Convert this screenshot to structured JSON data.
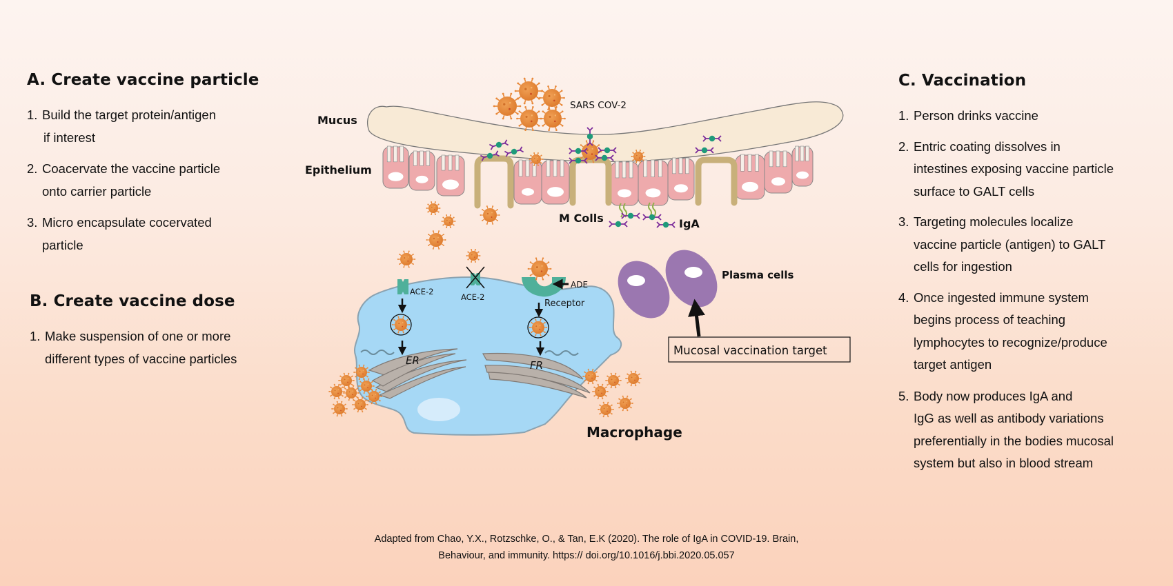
{
  "panel_a": {
    "title": "A. Create vaccine particle",
    "steps": [
      {
        "num": "1.",
        "lines": [
          "Build the target protein/antigen",
          "if interest"
        ]
      },
      {
        "num": "2.",
        "lines": [
          "Coacervate the vaccine particle",
          "onto carrier particle"
        ]
      },
      {
        "num": "3.",
        "lines": [
          "Micro encapsulate cocervated",
          "particle"
        ]
      }
    ]
  },
  "panel_b": {
    "title": "B. Create vaccine dose",
    "steps": [
      {
        "num": "1.",
        "lines": [
          "Make suspension of one or more",
          "different types of vaccine particles"
        ]
      }
    ]
  },
  "panel_c": {
    "title": "C. Vaccination",
    "steps": [
      {
        "num": "1.",
        "lines": [
          "Person drinks vaccine"
        ]
      },
      {
        "num": "2.",
        "lines": [
          "Entric coating dissolves in",
          "intestines exposing vaccine particle",
          "surface to GALT cells"
        ]
      },
      {
        "num": "3.",
        "lines": [
          "Targeting molecules localize",
          "vaccine particle (antigen) to GALT",
          "cells for ingestion"
        ]
      },
      {
        "num": "4.",
        "lines": [
          "Once ingested immune system",
          "begins process of teaching",
          "lymphocytes to recognize/produce",
          "target antigen"
        ]
      },
      {
        "num": "5.",
        "lines": [
          "Body now produces IgA and",
          "IgG as well as antibody variations",
          "preferentially in the bodies mucosal",
          "system but also in blood stream"
        ]
      }
    ]
  },
  "diagram": {
    "labels": {
      "virus": "SARS COV-2",
      "mucus": "Mucus",
      "epithelium": "Epithelium",
      "m_cells": "M Colls",
      "iga": "IgA",
      "plasma_cells": "Plasma cells",
      "ace2_left": "ACE-2",
      "ace2_blocked": "ACE-2",
      "ade": "ADE",
      "receptor": "Receptor",
      "er_left": "ER",
      "er_right": "FR",
      "macrophage": "Macrophage",
      "target_box": "Mucosal vaccination target"
    },
    "colors": {
      "virus": "#e8893a",
      "virus_dark": "#c8641e",
      "mucus": "#f8ead6",
      "epithelium": "#eeaaac",
      "m_cell": "#c8b07a",
      "antibody_body": "#1f9a7a",
      "antibody_arm": "#7a2a9a",
      "macrophage": "#a6d8f5",
      "er": "#b9b1aa",
      "receptor": "#4fb09a",
      "plasma_cell": "#9b77b0",
      "cilia_green": "#8fb04a"
    }
  },
  "citation": {
    "line1": "Adapted from Chao, Y.X., Rotzschke, O., & Tan, E.K (2020). The role of IgA in COVID-19. Brain,",
    "line2": "Behaviour, and immunity. https:// doi.org/10.1016/j.bbi.2020.05.057"
  }
}
